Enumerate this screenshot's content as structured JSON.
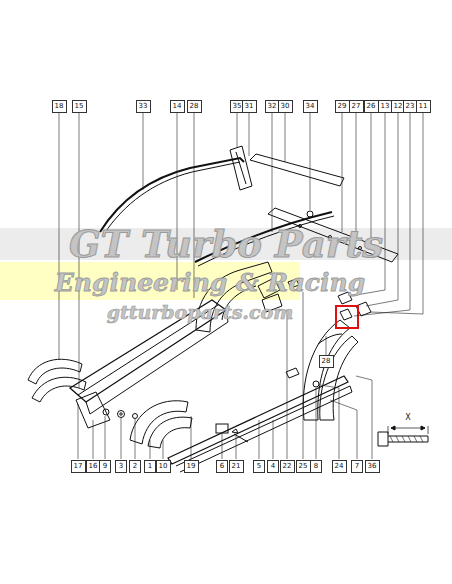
{
  "diagram": {
    "nodes": [
      {
        "text": [
          "18"
        ]
      },
      {
        "text": [
          "15"
        ]
      },
      {
        "text": [
          "33"
        ]
      },
      {
        "text": [
          "14"
        ]
      },
      {
        "text": [
          "28"
        ]
      },
      {
        "text": [
          "35"
        ]
      },
      {
        "text": [
          "31"
        ]
      },
      {
        "text": [
          "32"
        ]
      },
      {
        "text": [
          "30"
        ]
      },
      {
        "text": [
          "34"
        ]
      },
      {
        "text": [
          "29"
        ]
      },
      {
        "text": [
          "27"
        ]
      },
      {
        "text": [
          "26"
        ]
      },
      {
        "text": [
          "13"
        ]
      },
      {
        "text": [
          "12"
        ]
      },
      {
        "text": [
          "23"
        ]
      },
      {
        "text": [
          "11"
        ]
      },
      {
        "text": [
          "28"
        ]
      },
      {
        "text": [
          "17"
        ]
      },
      {
        "text": [
          "16"
        ]
      },
      {
        "text": [
          "9"
        ]
      },
      {
        "text": [
          "3"
        ]
      },
      {
        "text": [
          "2"
        ]
      },
      {
        "text": [
          "1"
        ]
      },
      {
        "text": [
          "10"
        ]
      },
      {
        "text": [
          "19"
        ]
      },
      {
        "text": [
          "6"
        ]
      },
      {
        "text": [
          "21"
        ]
      },
      {
        "text": [
          "5"
        ]
      },
      {
        "text": [
          "4"
        ]
      },
      {
        "text": [
          "22"
        ]
      },
      {
        "text": [
          "25"
        ]
      },
      {
        "text": [
          "8"
        ]
      },
      {
        "text": [
          "24"
        ]
      },
      {
        "text": [
          "7"
        ]
      },
      {
        "text": [
          "36"
        ]
      }
    ],
    "labels": [
      "GT Turbo Parts",
      "Engineering & Racing",
      "gtturboparts.com",
      "X"
    ]
  }
}
